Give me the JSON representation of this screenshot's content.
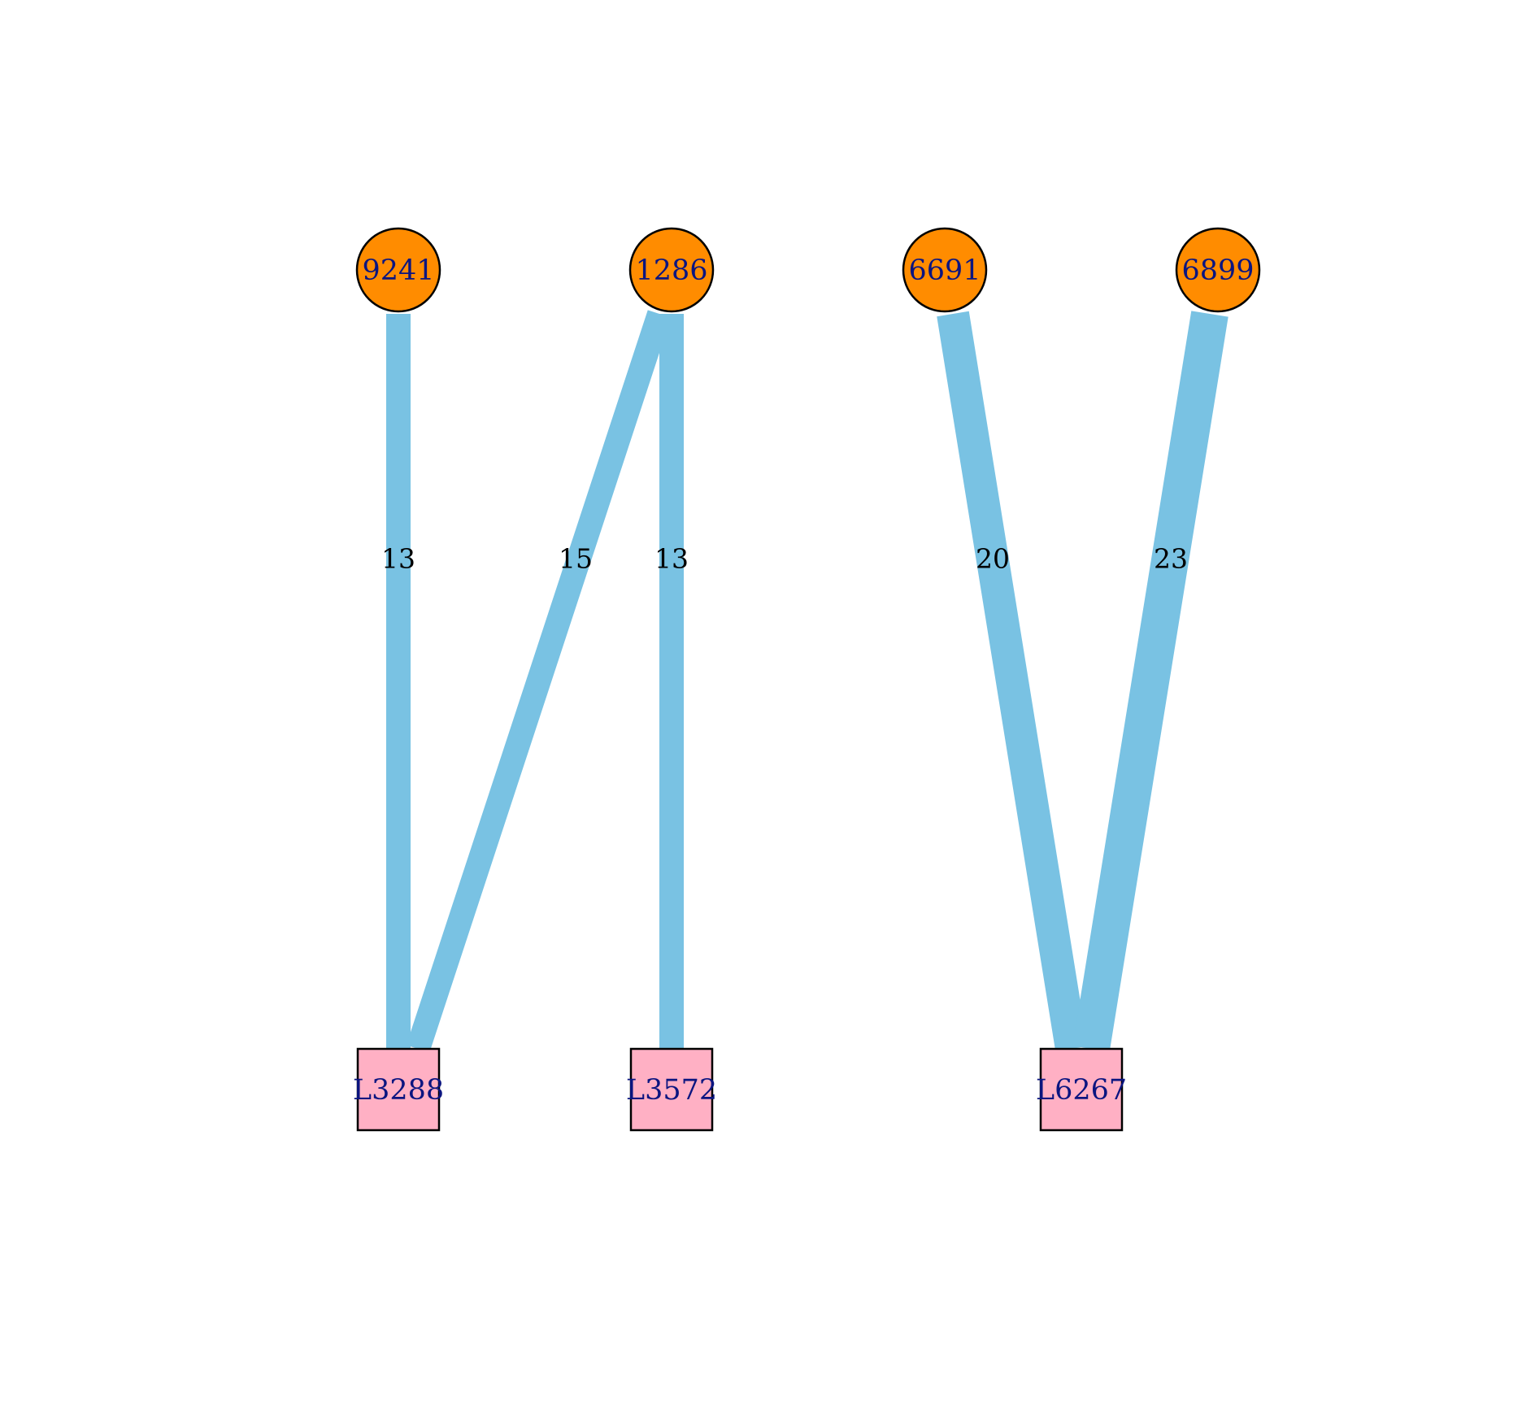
{
  "colors": {
    "source_fill": "#ff8c00",
    "target_fill": "#ffb0c4",
    "edge": "#79c2e3",
    "node_stroke": "#000000",
    "node_text": "#0b1580",
    "edge_text": "#000000"
  },
  "source_nodes": [
    {
      "id": "n9241",
      "label": "9241",
      "shape": "circle"
    },
    {
      "id": "n1286",
      "label": "1286",
      "shape": "circle"
    },
    {
      "id": "n6691",
      "label": "6691",
      "shape": "circle"
    },
    {
      "id": "n6899",
      "label": "6899",
      "shape": "circle"
    }
  ],
  "target_nodes": [
    {
      "id": "L3288",
      "label": "L3288",
      "shape": "square"
    },
    {
      "id": "L3572",
      "label": "L3572",
      "shape": "square"
    },
    {
      "id": "L6267",
      "label": "L6267",
      "shape": "square"
    }
  ],
  "edges": [
    {
      "from": "n9241",
      "to": "L3288",
      "weight": "13"
    },
    {
      "from": "n1286",
      "to": "L3288",
      "weight": "15"
    },
    {
      "from": "n1286",
      "to": "L3572",
      "weight": "13"
    },
    {
      "from": "n6691",
      "to": "L6267",
      "weight": "20"
    },
    {
      "from": "n6899",
      "to": "L6267",
      "weight": "23"
    }
  ]
}
